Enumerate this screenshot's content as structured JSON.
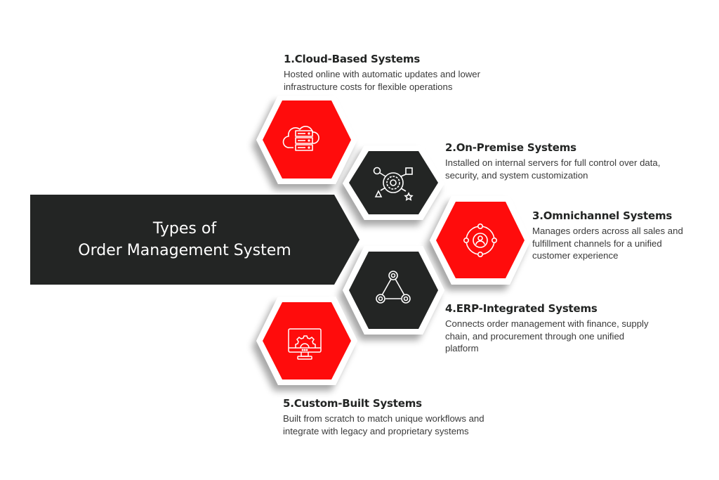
{
  "banner": {
    "line1": "Types of",
    "line2": "Order Management System",
    "color": "#232524"
  },
  "colors": {
    "red": "#ff0c0c",
    "dark": "#232524",
    "text": "#232524"
  },
  "items": [
    {
      "title": "1.Cloud-Based Systems",
      "description": "Hosted online with automatic updates and lower infrastructure costs for flexible operations",
      "hex_color": "red",
      "icon": "cloud-server-icon"
    },
    {
      "title": "2.On-Premise Systems",
      "description": "Installed on internal servers for full control over data, security, and system customization",
      "hex_color": "dark",
      "icon": "gear-network-shapes-icon"
    },
    {
      "title": "3.Omnichannel Systems",
      "description": "Manages orders across all sales and fulfillment channels for a unified customer experience",
      "hex_color": "red",
      "icon": "user-orbit-icon"
    },
    {
      "title": "4.ERP-Integrated Systems",
      "description": "Connects order management with finance, supply chain, and procurement through one unified platform",
      "hex_color": "dark",
      "icon": "triangle-nodes-icon"
    },
    {
      "title": "5.Custom-Built Systems",
      "description": "Built from scratch to match unique workflows and integrate with legacy and proprietary systems",
      "hex_color": "red",
      "icon": "monitor-gear-icon"
    }
  ]
}
